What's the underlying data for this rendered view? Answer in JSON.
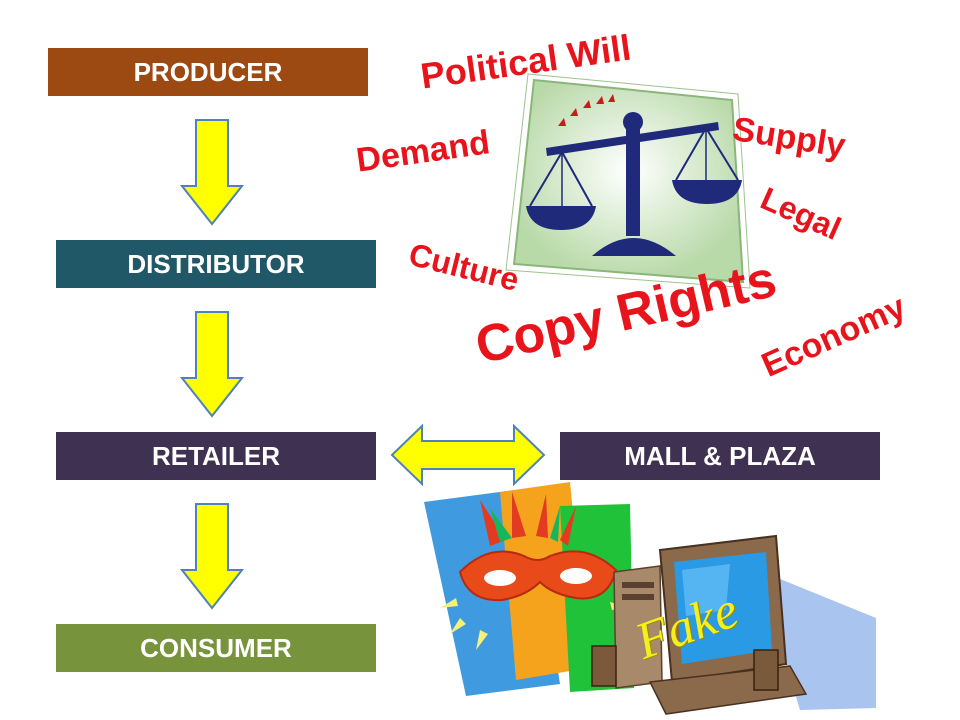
{
  "flow": {
    "producer": "PRODUCER",
    "distributor": "DISTRIBUTOR",
    "retailer": "RETAILER",
    "consumer": "CONSUMER",
    "mall": "MALL & PLAZA"
  },
  "colors": {
    "producer": "#9c4a12",
    "distributor": "#215868",
    "retailer": "#3f3151",
    "mall": "#3f3151",
    "consumer": "#77933c",
    "arrow_fill": "#ffff00",
    "arrow_stroke": "#4f81bd",
    "factor_text": "#e8141c"
  },
  "factors": {
    "political_will": "Political Will",
    "demand": "Demand",
    "supply": "Supply",
    "legal": "Legal",
    "culture": "Culture",
    "copy_rights": "Copy Rights",
    "economy": "Economy"
  },
  "clipart": {
    "scale_icon": "scales-of-justice-icon",
    "mask_icon": "carnival-mask-icon",
    "computer_icon": "computer-icon",
    "fake_label": "Fake"
  }
}
